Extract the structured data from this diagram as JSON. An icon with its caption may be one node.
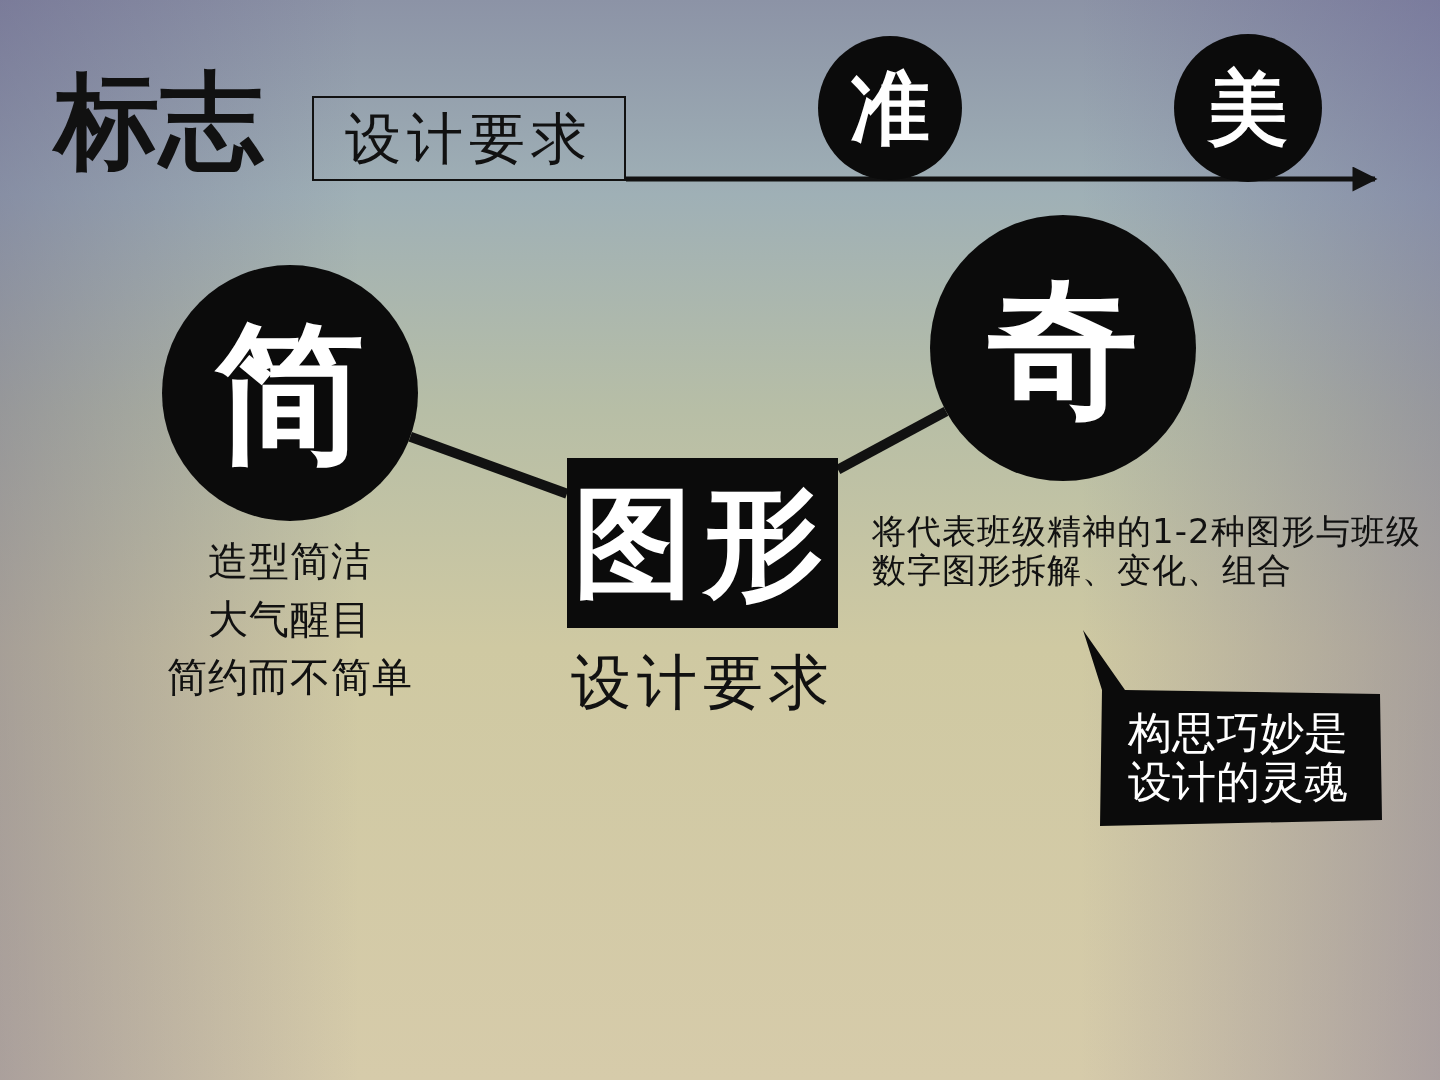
{
  "diagram": {
    "title": "标志",
    "nodes": [
      {
        "text": [
          "设计要求"
        ]
      },
      {
        "text": [
          "准"
        ]
      },
      {
        "text": [
          "美"
        ]
      },
      {
        "text": [
          "简"
        ],
        "beside": [
          "造型简洁",
          "大气醒目",
          "简约而不简单"
        ]
      },
      {
        "text": [
          "图形"
        ],
        "beside": [
          "设计要求"
        ]
      },
      {
        "text": [
          "奇"
        ]
      },
      {
        "text": [
          "构思巧妙是设计的灵魂"
        ]
      }
    ],
    "edges": [
      {
        "from": 0,
        "to": null,
        "arrow": "to"
      },
      {
        "from": 3,
        "to": 4,
        "arrow": "none"
      },
      {
        "from": 4,
        "to": 5,
        "arrow": "none"
      }
    ],
    "labels": [
      "将代表班级精神的1-2种图形与班级数字图形拆解、变化、组合"
    ]
  }
}
